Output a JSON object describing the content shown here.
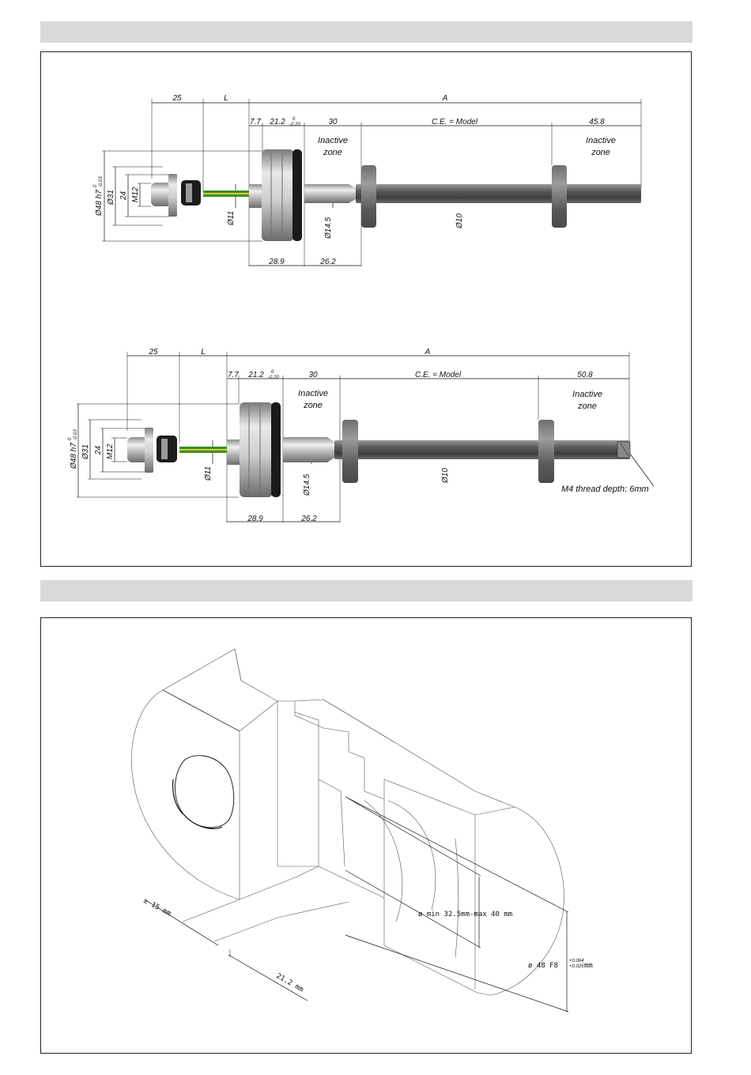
{
  "diagram1": {
    "dim_25": "25",
    "dim_L": "L",
    "dim_A": "A",
    "dim_7_7": "7.7",
    "dim_21_2": "21.2",
    "tol_21_2_upper": "0",
    "tol_21_2_lower": "-0.20",
    "dim_30": "30",
    "dim_ce": "C.E. = Model",
    "dim_end": "45.8",
    "inactive_line1": "Inactive",
    "inactive_line2": "zone",
    "dia_48": "Ø48 h7",
    "tol_48_upper": "0",
    "tol_48_lower": "-0.03",
    "dia_31": "Ø31",
    "dia_24": "24",
    "thread_m12": "M12",
    "dia_11": "Ø11",
    "dia_14_5": "Ø14.5",
    "dia_10": "Ø10",
    "dim_28_9": "28.9",
    "dim_26_2": "26.2"
  },
  "diagram2": {
    "dim_25": "25",
    "dim_L": "L",
    "dim_A": "A",
    "dim_7_7": "7.7",
    "dim_21_2": "21.2",
    "tol_21_2_upper": "0",
    "tol_21_2_lower": "-0.20",
    "dim_30": "30",
    "dim_ce": "C.E. = Model",
    "dim_end": "50.8",
    "inactive_line1": "Inactive",
    "inactive_line2": "zone",
    "dia_48": "Ø48 h7",
    "tol_48_upper": "0",
    "tol_48_lower": "-0.03",
    "dia_31": "Ø31",
    "dia_24": "24",
    "thread_m12": "M12",
    "dia_11": "Ø11",
    "dia_14_5": "Ø14.5",
    "dia_10": "Ø10",
    "dim_28_9": "28.9",
    "dim_26_2": "26.2",
    "thread_note": "M4 thread depth: 6mm"
  },
  "mounting": {
    "depth_15": "≥ 15 mm",
    "depth_21_2": "21.2 mm",
    "bore_range": "ø min 32.5mm-max 40 mm",
    "bore_48": "ø 48 F8",
    "tol_48_upper": "+0.064",
    "tol_48_lower": "+0.025",
    "unit_mm": "mm"
  },
  "colors": {
    "header_bar": "#d9d9d9",
    "rod": "#5c5c5c",
    "metal_light": "#e6e6e6",
    "metal_dark": "#7d7d7d",
    "seal": "#1a1a1a",
    "wire_green": "#3c8f2f",
    "wire_yellow": "#d9c72b"
  }
}
